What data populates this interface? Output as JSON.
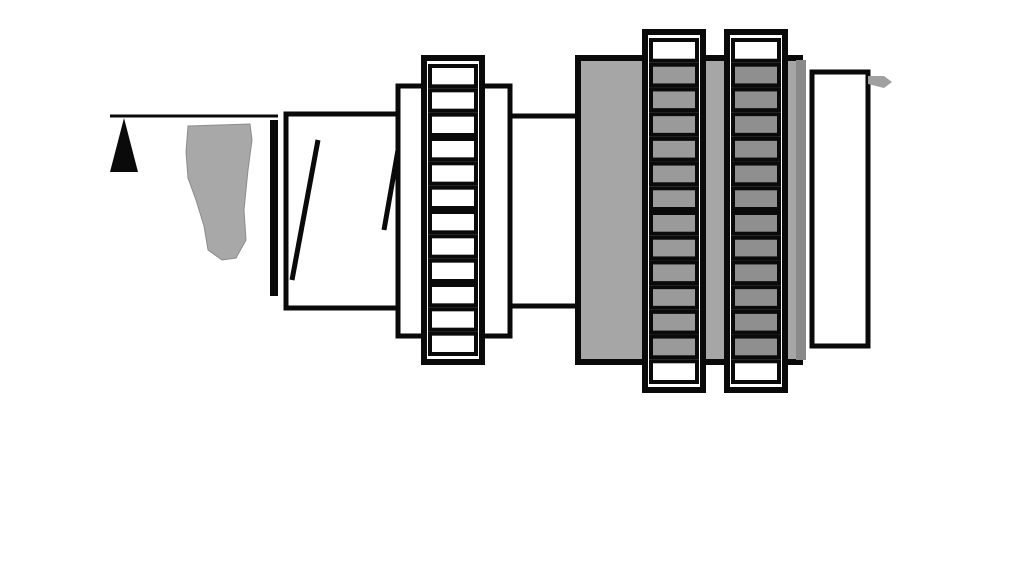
{
  "diagram": {
    "kind": "mechanical-cross-section",
    "colors": {
      "background": "#ffffff",
      "outline": "#0a0a0a",
      "shade_light": "#bdbdbd",
      "shade_mid": "#9a9a9a",
      "shade_dark": "#7d7d7d"
    },
    "components": [
      {
        "id": "ground-marker",
        "shape": "triangle-on-line"
      },
      {
        "id": "shaded-blob",
        "shape": "irregular"
      },
      {
        "id": "bearing-plate",
        "shape": "thick-bar"
      },
      {
        "id": "housing-left",
        "shape": "rect-open",
        "contains": "diagonal-strokes"
      },
      {
        "id": "gear-small",
        "shape": "slotted-ring",
        "slots": 12
      },
      {
        "id": "shaft",
        "shape": "rect"
      },
      {
        "id": "drum-large",
        "shape": "shaded-rect"
      },
      {
        "id": "gear-large-1",
        "shape": "slotted-ring",
        "slots": 14
      },
      {
        "id": "gear-large-2",
        "shape": "slotted-ring",
        "slots": 14
      },
      {
        "id": "end-plate",
        "shape": "rect"
      }
    ]
  }
}
